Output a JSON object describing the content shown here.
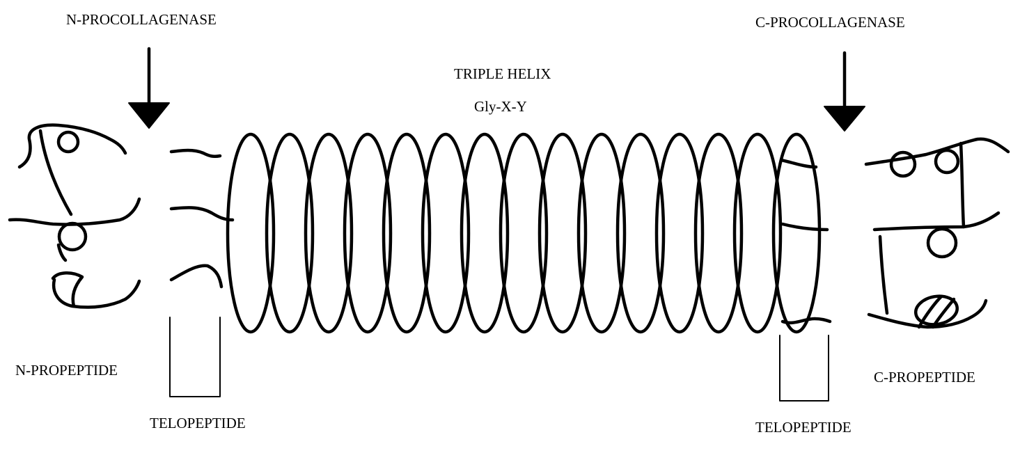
{
  "labels": {
    "n_procollagenase": "N-PROCOLLAGENASE",
    "c_procollagenase": "C-PROCOLLAGENASE",
    "triple_helix": "TRIPLE HELIX",
    "gly_x_y": "Gly-X-Y",
    "n_propeptide": "N-PROPEPTIDE",
    "c_propeptide": "C-PROPEPTIDE",
    "telopeptide_left": "TELOPEPTIDE",
    "telopeptide_right": "TELOPEPTIDE"
  },
  "colors": {
    "ink": "#000000",
    "background": "#ffffff"
  }
}
